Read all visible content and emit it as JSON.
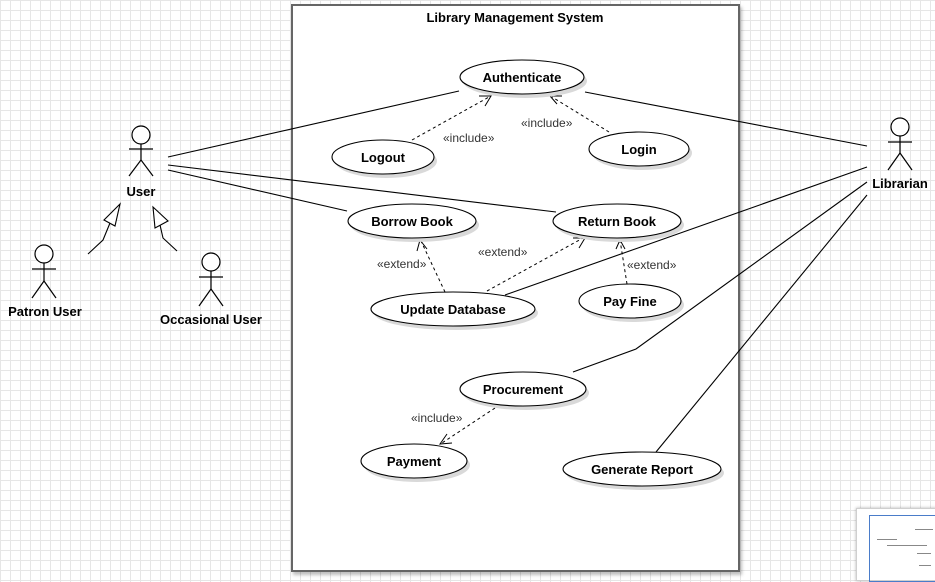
{
  "system": {
    "title": "Library Management System"
  },
  "actors": {
    "user": "User",
    "patron": "Patron User",
    "occasional": "Occasional User",
    "librarian": "Librarian"
  },
  "use_cases": {
    "authenticate": "Authenticate",
    "logout": "Logout",
    "login": "Login",
    "borrow": "Borrow Book",
    "return": "Return Book",
    "update_db": "Update Database",
    "pay_fine": "Pay Fine",
    "procurement": "Procurement",
    "payment": "Payment",
    "generate_report": "Generate Report"
  },
  "stereotypes": {
    "include": "«include»",
    "extend": "«extend»"
  }
}
